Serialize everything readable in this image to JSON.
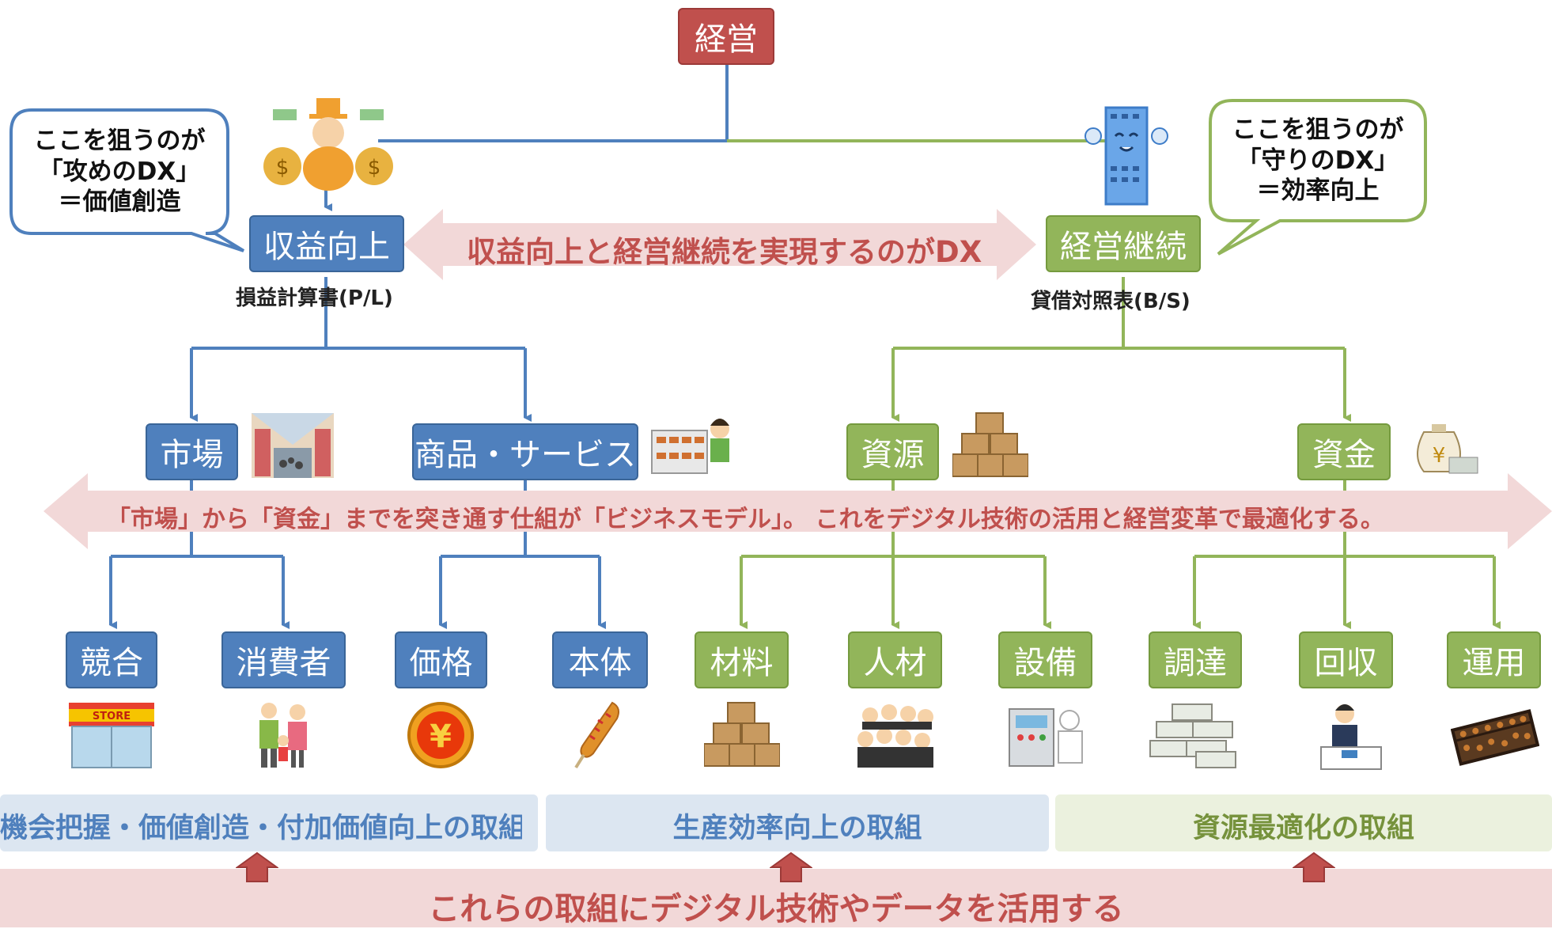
{
  "top": {
    "management": "経営"
  },
  "bubbles": {
    "left": {
      "line1": "ここを狙うのが",
      "line2": "「攻めのDX」",
      "line3": "＝価値創造"
    },
    "right": {
      "line1": "ここを狙うのが",
      "line2": "「守りのDX」",
      "line3": "＝効率向上"
    }
  },
  "pillars": {
    "revenue": {
      "label": "収益向上",
      "sub": "損益計算書(P/L)"
    },
    "continuity": {
      "label": "経営継続",
      "sub": "貸借対照表(B/S)"
    },
    "middle_arrow": "収益向上と経営継続を実現するのがDX"
  },
  "categories": {
    "market": "市場",
    "product": "商品・サービス",
    "resource": "資源",
    "funds": "資金"
  },
  "business_model_banner": "「市場」から「資金」までを突き通す仕組が「ビジネスモデル」。 これをデジタル技術の活用と経営変革で最適化する。",
  "leaves": {
    "competition": "競合",
    "consumer": "消費者",
    "price": "価格",
    "body": "本体",
    "material": "材料",
    "people": "人材",
    "equipment": "設備",
    "procurement": "調達",
    "collection": "回収",
    "operation": "運用"
  },
  "store_sign": "STORE",
  "yen_symbol": "¥",
  "icons": [
    "rich-man-icon",
    "smiling-building-icon",
    "shopping-street-icon",
    "shop-vendor-icon",
    "boxes-icon",
    "money-bag-icon",
    "store-icon",
    "family-icon",
    "yen-coin-icon",
    "corn-dog-icon",
    "boxes-icon",
    "crowd-icon",
    "factory-worker-icon",
    "money-stacks-icon",
    "cashier-icon",
    "abacus-icon"
  ],
  "initiatives": {
    "left": "機会把握・価値創造・付加価値向上の取組",
    "center": "生産効率向上の取組",
    "right": "資源最適化の取組"
  },
  "bottom_banner": "これらの取組にデジタル技術やデータを活用する",
  "colors": {
    "blue": "#4f80bd",
    "green": "#92b55a",
    "red": "#c0504d",
    "band_pink": "#f2d8d8",
    "banner_text_red": "#c0504d"
  }
}
